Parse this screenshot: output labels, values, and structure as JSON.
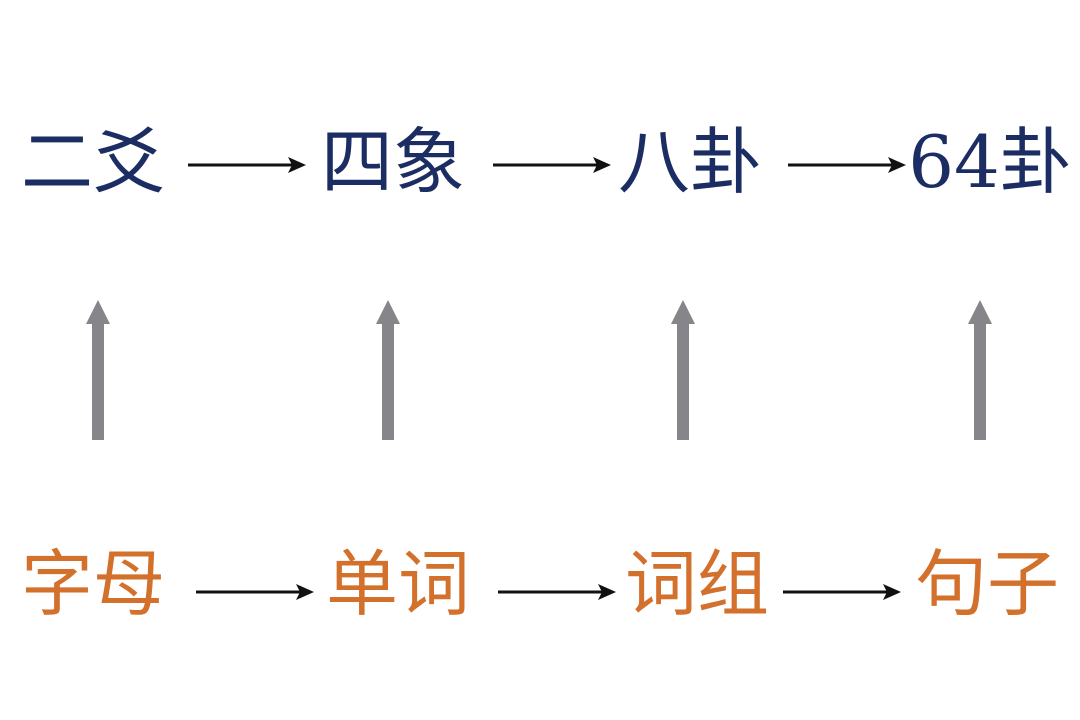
{
  "top_row": [
    "二爻",
    "四象",
    "八卦",
    "64卦"
  ],
  "bottom_row": [
    "字母",
    "单词",
    "词组",
    "句子"
  ],
  "colors": {
    "top": "#1b2d63",
    "bottom": "#d2702c",
    "up_arrow": "#85858a",
    "flow_arrow": "#111111"
  }
}
